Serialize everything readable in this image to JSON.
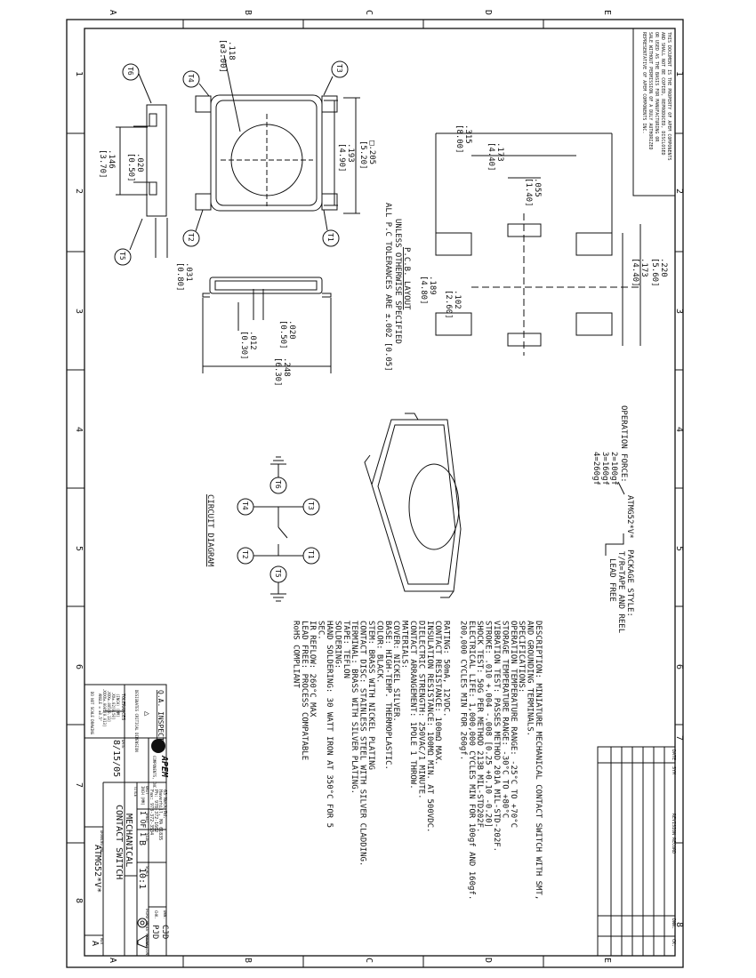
{
  "zones": {
    "rows": [
      "A",
      "B",
      "C",
      "D",
      "E"
    ],
    "cols": [
      "1",
      "2",
      "3",
      "4",
      "5",
      "6",
      "7",
      "8"
    ]
  },
  "notice": [
    "THIS DOCUMENT IS THE PROPERTY OF APEM COMPONENTS",
    "AND SHALL NOT BE COPIED, REPRODUCED, DISCLOSED",
    "OR USED AS THE BASIS FOR MANUFACTURING OR",
    "SALE WITHOUT PERMISSION OF A DULY AUTHORIZED",
    "REPRESENTATIVE OF APEM COMPONENTS INC."
  ],
  "top_view": {
    "dia": ".118",
    "dia_mm": "[ø3.00]",
    "sq": "□.205",
    "sq_mm": "[5.20]",
    "inner": ".193",
    "inner_mm": "[4.90]",
    "pitch": ".020",
    "pitch_mm": "[0.50]",
    "width": ".146",
    "width_mm": "[3.70]",
    "offset": ".031",
    "offset_mm": "[0.80]"
  },
  "terminals": [
    "T1",
    "T2",
    "T3",
    "T4",
    "T5",
    "T6"
  ],
  "side_view": {
    "a": ".020",
    "a_mm": "[0.50]",
    "b": ".012",
    "b_mm": "[0.30]",
    "c": ".248",
    "c_mm": "[6.30]"
  },
  "pcb": {
    "d1": ".315",
    "d1_mm": "[8.00]",
    "d2": ".173",
    "d2_mm": "[4.40]",
    "d3": ".055",
    "d3_mm": "[1.40]",
    "d4": ".220",
    "d4_mm": "[5.60]",
    "d5": ".173",
    "d5_mm": "[4.40]",
    "d6": ".102",
    "d6_mm": "[2.60]",
    "d7": ".189",
    "d7_mm": "[4.80]",
    "title": "P.C.B. LAYOUT",
    "note1": "UNLESS OTHERWISE SPECIFIED",
    "note2": "ALL P.C TOLERANCES ARE ±.002 [0.05]"
  },
  "ordering": {
    "part": "ATMG52*V*",
    "force_label": "OPERATION FORCE:",
    "forces": [
      "2=100gf",
      "3=160gf",
      "4=260gf"
    ],
    "package_label": "PACKAGE STYLE:",
    "package_value": "T/R=TAPE AND REEL",
    "lead_free": "LEAD FREE"
  },
  "circuit_title": "CIRCUIT DIAGRAM",
  "specs": [
    "DESCRIPTION: MINIATURE MECHANICAL CONTACT SWITCH WITH SMT,",
    "AND GROUNDING TERMINALS.",
    "SPECIFICATIONS:",
    "OPERATION TEMPERATURE RANGE: -25°C TO +70°C",
    "STORAGE TEMPERATURE RANGE: -30°C TO +80°C",
    "VIBRATION TEST: PASSES METHOD 201A MIL-STD-202F.",
    "STROKE: .010 +.004 -.008 [0.25 +0.10 -0.20]",
    "SHOCK TEST: 50G PER METHOD 213B MIL-STD202F.",
    "ELECTRICAL LIFE: 1,000,000 CYCLES MIN FOR 100gf AND 160gf.",
    "200,000 CYCLES MIN FOR 260gf.",
    "",
    "RATING: 50mA, 12VDC.",
    "CONTACT RESISTANCE: 100mΩ MAX.",
    "INSULATION RESISTANCE: 100MΩ MIN. AT 500VDC.",
    "DIELECTRIC STRENGTH: 250VAC/1 MINUTE.",
    "CONTACT ARRANGEMENT: 1POLE 1 THROW.",
    "MATERIALS:",
    "COVER: NICKEL SILVER.",
    "BASE: HIGH-TEMP. THERMOPLASTIC.",
    "COLOR: BLACK.",
    "STEM: BRASS WITH NICKEL PLATING",
    "CONTACT DISC: STAINLESS STEEL WITH SILVER CLADDING.",
    "TERMINAL: BRASS WITH SILVER PLATING.",
    "TAPE: TEFLON",
    "SOLDERING:",
    "HAND SOLDERING: 30 WATT IRON AT 350°C FOR 5",
    "SEC.",
    "IR REFLOW: 260°C MAX",
    "LEAD FREE: PROCESS COMPATABLE",
    "RoHS COMPLIANT"
  ],
  "revision": {
    "date_col": "DATE",
    "sym_col": "SYM",
    "title": "REVISION RECORD",
    "dwn_col": "DWN.",
    "ck_col": "CK."
  },
  "title_block": {
    "company": "APEM",
    "company_sub": "COMPONENTS, INC.",
    "address1": "63 Neck Rd.",
    "address2": "Haverhill, MA 01835",
    "phone": "Ph: 978-372-1602",
    "fax": "Fax: 978-372-3534",
    "dwn_label": "DWN.",
    "dwn": "CJD",
    "chk_label": "CHK.",
    "chk": "PJD",
    "qa": "Q.A. INSPECT.",
    "crit_label": "DESIGNATES CRITICAL DIMENSION",
    "tol_title": "TOLERANCES",
    "tol1": "(INCH) [MM]",
    "tol2": ".XX±.02[0.50]",
    "tol3": ".XXX±.005[0.13]",
    "tol4": ".XXXX±.0005[0.013]",
    "tol5": "ANGLE = ±0.5°",
    "noscale": "DO NOT SCALE DRAWING",
    "unit_label": "UNIT",
    "unit": "INCH [MM]",
    "sheet_label": "SHEET",
    "sheet": "1 OF 1",
    "size_label": "SIZE",
    "size": "B",
    "scale_label": "SCALE",
    "scale": "10:1",
    "projection": "THIRD ANGLE PROJECTION",
    "title_label": "TITLE",
    "title1": "MECHANICAL",
    "title2": "CONTACT SWITCH",
    "date_label": "DATE",
    "date": "8/15/05",
    "drawing_label": "DRAWING NO.",
    "drawing": "ATMG52*V*",
    "rev_label": "REV",
    "rev": "A"
  }
}
